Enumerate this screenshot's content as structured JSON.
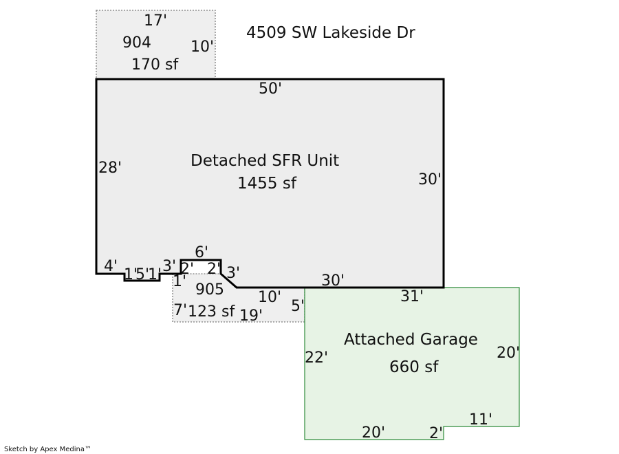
{
  "address": "4509 SW Lakeside Dr",
  "credit": "Sketch by Apex Medina™",
  "areas": {
    "main": {
      "name": "Detached SFR Unit",
      "sf": "1455 sf"
    },
    "garage": {
      "name": "Attached Garage",
      "sf": "660 sf"
    },
    "porch_top": {
      "code": "904",
      "sf": "170 sf"
    },
    "porch_bottom": {
      "code": "905",
      "sf": "123 sf"
    }
  },
  "dims": {
    "p904_top": "17'",
    "p904_right": "10'",
    "main_top": "50'",
    "main_left": "28'",
    "main_right": "30'",
    "s4": "4'",
    "s1a": "1'",
    "s5": "5'",
    "s1b": "1'",
    "s3a": "3'",
    "s6": "6'",
    "s2a": "2'",
    "s2b": "2'",
    "s3b": "3'",
    "s1c": "1'",
    "main_bottom": "30'",
    "p905_10": "10'",
    "p905_5": "5'",
    "p905_7": "7'",
    "p905_19": "19'",
    "garage_top": "31'",
    "garage_left": "22'",
    "garage_right": "20'",
    "garage_11": "11'",
    "garage_bottom": "20'",
    "garage_2": "2'"
  }
}
